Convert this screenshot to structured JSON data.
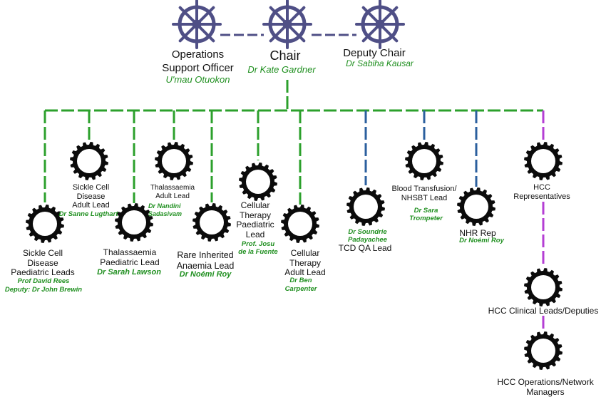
{
  "colors": {
    "wheel": "#4f4f86",
    "cog": "#0b0b0b",
    "green_line": "#2ca02c",
    "blue_line": "#2b5f9e",
    "purple_line": "#b43fd4",
    "name_text": "#1f8f1f"
  },
  "icons": {
    "leadership": "ship-wheel-icon",
    "member": "gear-icon"
  },
  "top": {
    "ops": {
      "role": "Operations\nSupport Officer",
      "name": "U'mau Otuokon"
    },
    "chair": {
      "role": "Chair",
      "name": "Dr Kate Gardner"
    },
    "deputy": {
      "role": "Deputy Chair",
      "name": "Dr Sabiha Kausar"
    }
  },
  "members": {
    "scd_paeds": {
      "role": "Sickle Cell\nDisease\nPaediatric Leads",
      "name": "Prof David Rees\nDeputy: Dr John Brewin"
    },
    "scd_adult": {
      "role": "Sickle Cell\nDisease\nAdult Lead",
      "name": "Dr Sanne Lugthart"
    },
    "thal_paeds": {
      "role": "Thalassaemia\nPaediatric Lead",
      "name": "Dr Sarah Lawson"
    },
    "thal_adult": {
      "role": "Thalassaemia\nAdult Lead",
      "name": "Dr Nandini\nSadasivam"
    },
    "rare": {
      "role": "Rare Inherited\nAnaemia Lead",
      "name": "Dr Noémi Roy"
    },
    "ct_paeds": {
      "role": "Cellular\nTherapy\nPaediatric\nLead",
      "name": "Prof. Josu\nde la Fuente"
    },
    "ct_adult": {
      "role": "Cellular\nTherapy\nAdult Lead",
      "name": "Dr Ben\nCarpenter"
    },
    "tcd": {
      "role": "TCD QA Lead",
      "name": "Dr Soundrie\nPadayachee"
    },
    "blood": {
      "role": "Blood Transfusion/\nNHSBT Lead",
      "name": "Dr Sara\nTrompeter"
    },
    "nhr": {
      "role": "NHR Rep",
      "name": "Dr Noémi Roy"
    },
    "hcc_reps": {
      "role": "HCC\nRepresentatives"
    },
    "hcc_clinical": {
      "role": "HCC Clinical Leads/Deputies"
    },
    "hcc_ops": {
      "role": "HCC Operations/Network\nManagers"
    }
  }
}
